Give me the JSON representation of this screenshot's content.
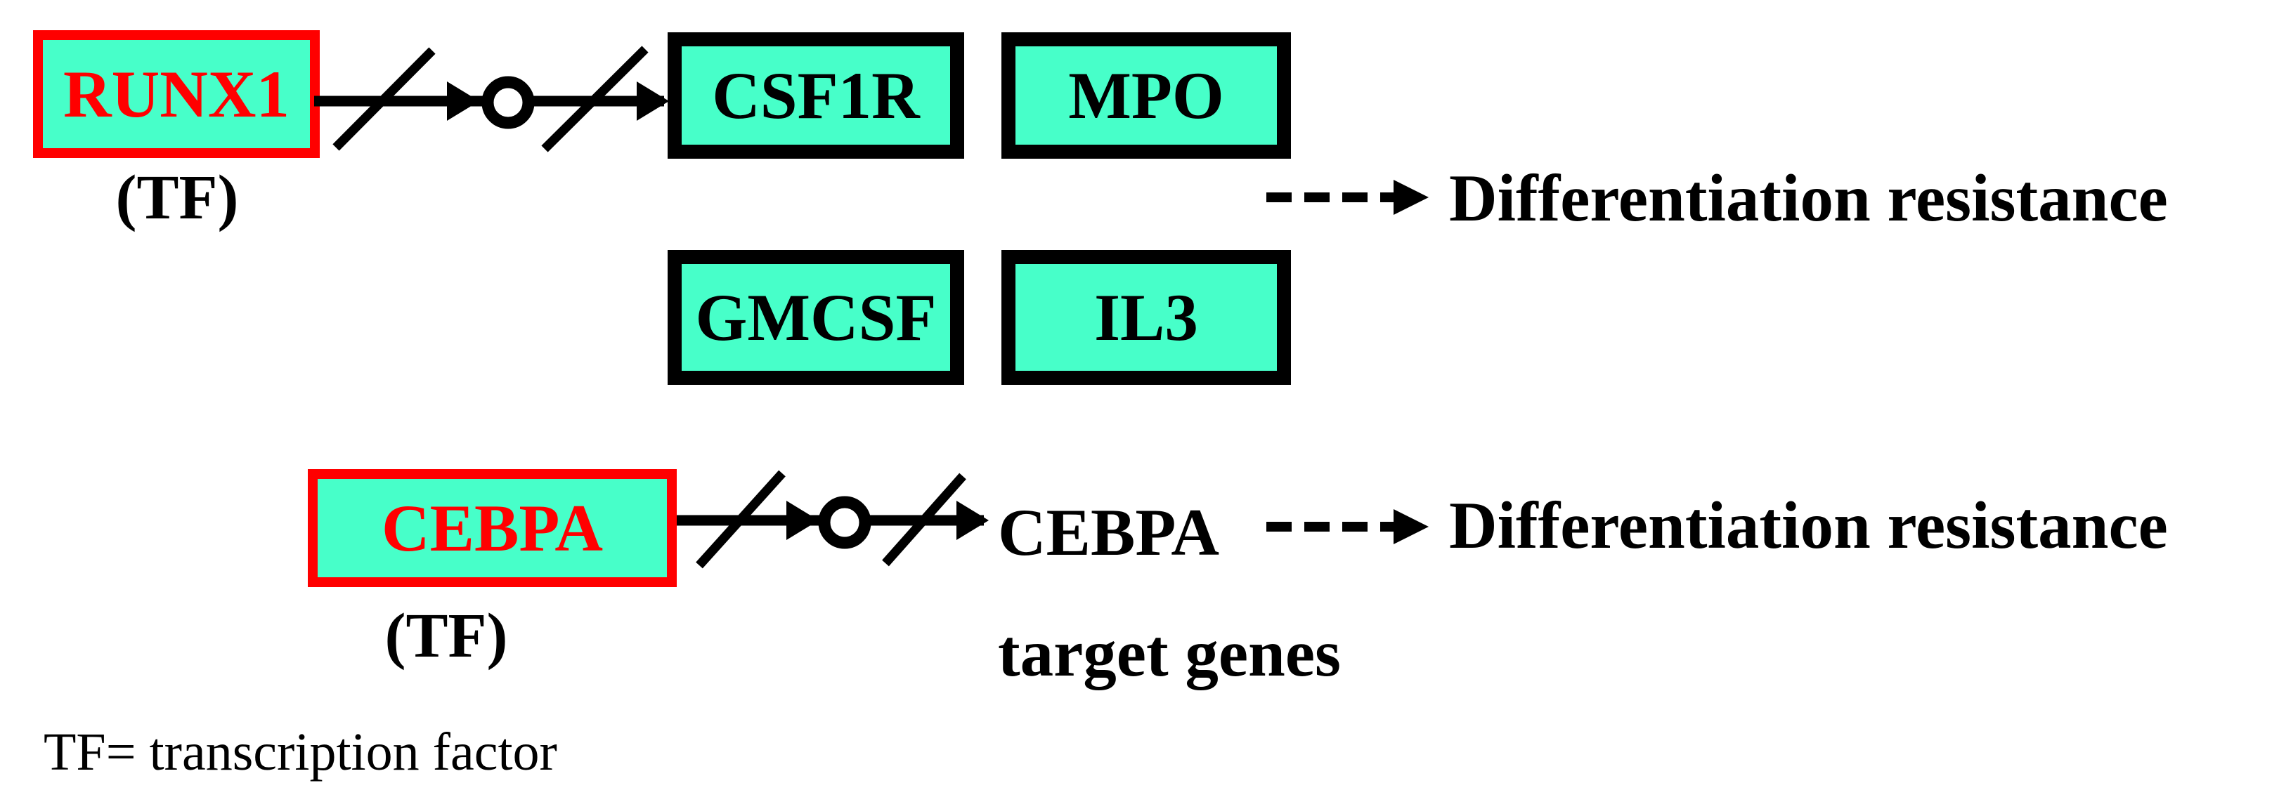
{
  "colors": {
    "box_fill": "#47FFC9",
    "highlight_border": "#FF0000",
    "box_border": "#000000",
    "text_red": "#FF0000",
    "text_black": "#000000",
    "arrow_color": "#000000",
    "background": "#FFFFFF"
  },
  "nodes": {
    "runx1": {
      "label": "RUNX1",
      "sublabel": "(TF)"
    },
    "cebpa": {
      "label": "CEBPA",
      "sublabel": "(TF)"
    },
    "csf1r": {
      "label": "CSF1R"
    },
    "mpo": {
      "label": "MPO"
    },
    "gmcsf": {
      "label": "GMCSF"
    },
    "il3": {
      "label": "IL3"
    }
  },
  "labels": {
    "cebpa_targets_line1": "CEBPA",
    "cebpa_targets_line2": "target genes",
    "outcome_top": "Differentiation resistance",
    "outcome_bottom": "Differentiation resistance",
    "legend": "TF= transcription factor"
  },
  "icons": {
    "inhibition_arrow": "arrow with strike-through slashes and circle (blocked transactivation)",
    "dashed_arrow": "dashed arrow (leads to)"
  }
}
